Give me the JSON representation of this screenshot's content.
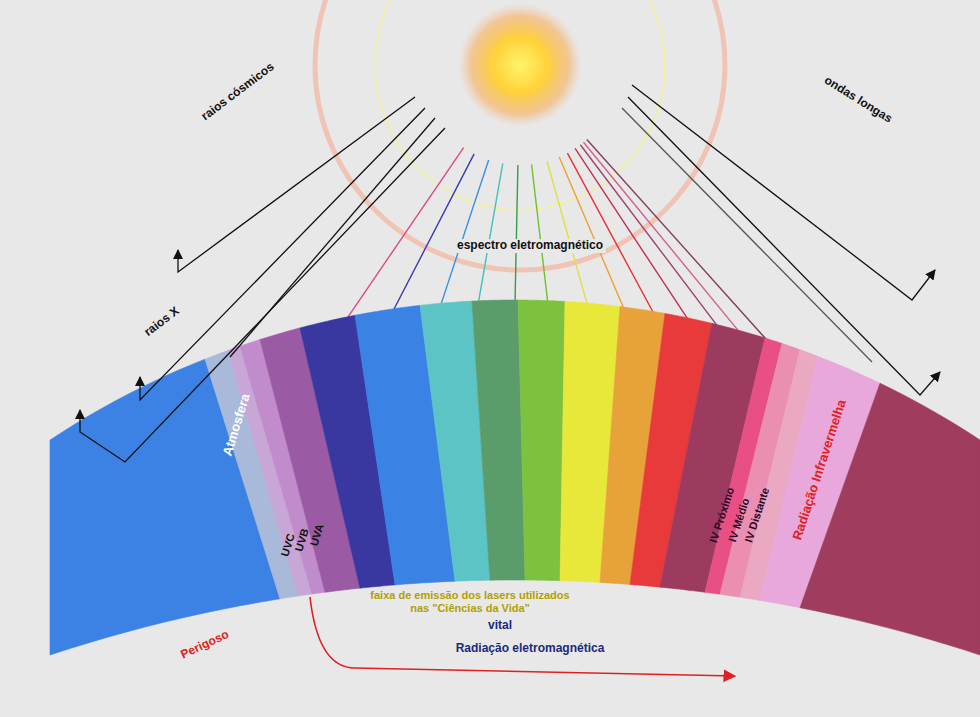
{
  "diagram": {
    "labels": [
      "raios cósmicos",
      "raios X",
      "ondas longas",
      "espectro eletromagnético",
      "Atmosfera",
      "UVC",
      "UVB",
      "UVA",
      "faixa  de emissão dos lasers utilizados nas \"Ciências da Vida\"",
      "vital",
      "Radiação eletromagnética",
      "Perigoso",
      "IV Próximo",
      "IV Médio",
      "IV Distante",
      "Radiação Infravermelha"
    ]
  }
}
